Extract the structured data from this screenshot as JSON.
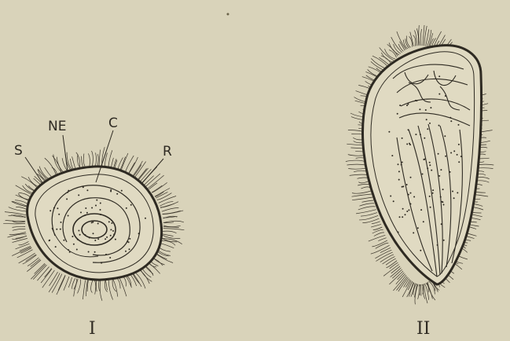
{
  "figures": [
    {
      "numeral": "I",
      "labels": [
        {
          "key": "S",
          "text": "S"
        },
        {
          "key": "NE",
          "text": "NE"
        },
        {
          "key": "C",
          "text": "C"
        },
        {
          "key": "R",
          "text": "R"
        }
      ]
    },
    {
      "numeral": "II"
    }
  ],
  "colors": {
    "paper": "#d9d3ba",
    "ink": "#2e2a22",
    "seed_fill": "#e0dac2"
  }
}
